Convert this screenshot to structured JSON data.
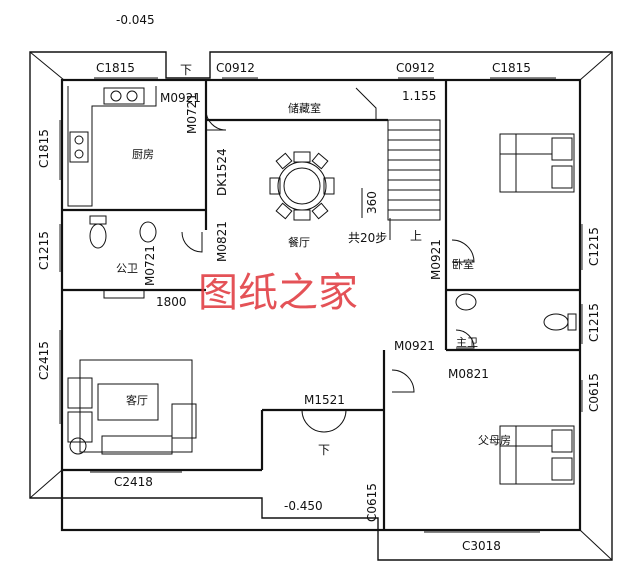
{
  "plan": {
    "elevations": {
      "top": "-0.045",
      "stair": "1.155",
      "entry": "-0.450"
    },
    "windows": {
      "kitchen_top": "C1815",
      "storage_top": "C0912",
      "stair_top": "C0912",
      "bedroom_top": "C1815",
      "kitchen_left": "C1815",
      "bath_left": "C1215",
      "living_left": "C2415",
      "living_bottom": "C2418",
      "bedroom_right": "C1215",
      "bath_right": "C1215",
      "parents_right": "C0615",
      "entry_small": "C0615",
      "parents_bottom": "C3018"
    },
    "doors": {
      "kitchen_door": "M0921",
      "storage_door": "M0721",
      "dk": "DK1524",
      "public_bath_upper": "M0821",
      "public_bath_lower": "M0721",
      "bedroom": "M0921",
      "master_bath": "M0821",
      "parents": "M0921",
      "entry": "M1521"
    },
    "rooms": {
      "kitchen": "厨房",
      "storage": "储藏室",
      "dining": "餐厅",
      "bedroom": "卧室",
      "public_bath": "公卫",
      "master_bath": "主卫",
      "living": "客厅",
      "parents": "父母房"
    },
    "annotations": {
      "steps": "共20步",
      "stair_width": "360",
      "down_mark": "下",
      "up_mark": "上",
      "dim_1800": "1800"
    },
    "watermark": "图纸之家"
  }
}
